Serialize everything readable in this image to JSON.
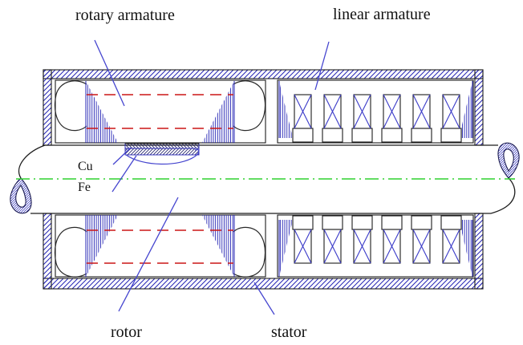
{
  "figure": {
    "type": "engineering cross-section diagram of a rotary-linear electric machine"
  },
  "labels": {
    "rotary_armature": "rotary armature",
    "linear_armature": "linear armature",
    "rotor": "rotor",
    "stator": "stator",
    "cu": "Cu",
    "fe": "Fe"
  },
  "colors": {
    "background": "#ffffff",
    "outline_black": "#1c1c1c",
    "hatch_blue": "#2424b4",
    "coil_cross_blue": "#3a3ac8",
    "leader_blue": "#4545cf",
    "hidden_line_red": "#cc1616",
    "centerline_green": "#2fd12f"
  }
}
